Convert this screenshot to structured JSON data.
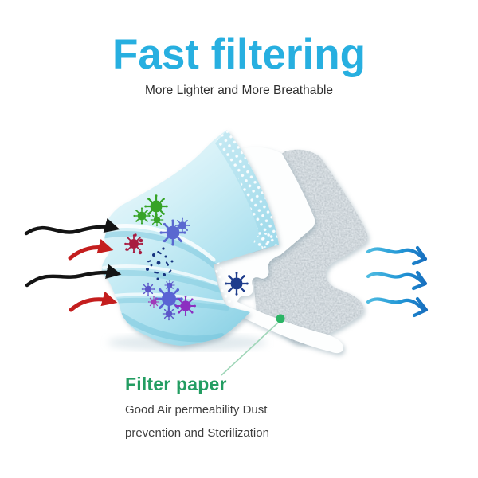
{
  "header": {
    "title": "Fast filtering",
    "subtitle": "More Lighter and More Breathable"
  },
  "annotation": {
    "label": "Filter paper",
    "description_line1": "Good Air permeability Dust",
    "description_line2": "prevention and Sterilization"
  },
  "illustration": {
    "layers": [
      {
        "name": "outer-blue-layer",
        "color": "#a9dfee"
      },
      {
        "name": "white-middle-layer",
        "color": "#ffffff"
      },
      {
        "name": "filter-paper-layer",
        "color": "#dde3e7"
      }
    ],
    "airflow_in_arrows": [
      {
        "icon": "arrow-right-icon",
        "color": "#141414"
      },
      {
        "icon": "arrow-right-icon",
        "color": "#c41e1e"
      },
      {
        "icon": "arrow-right-icon",
        "color": "#141414"
      },
      {
        "icon": "arrow-right-icon",
        "color": "#c41e1e"
      }
    ],
    "airflow_out_arrows": [
      {
        "icon": "arrow-right-icon",
        "color_start": "#53bfe2",
        "color_end": "#1668bb"
      },
      {
        "icon": "arrow-right-icon",
        "color_start": "#53bfe2",
        "color_end": "#1668bb"
      },
      {
        "icon": "arrow-right-icon",
        "color_start": "#53bfe2",
        "color_end": "#1668bb"
      }
    ],
    "pathogens": [
      {
        "icon": "virus-icon",
        "color": "#36a327"
      },
      {
        "icon": "virus-icon",
        "color": "#5a68d0"
      },
      {
        "icon": "virus-icon",
        "color": "#a81c40"
      },
      {
        "icon": "bacteria-icon",
        "color": "#16337f"
      },
      {
        "icon": "virus-icon",
        "color": "#5a63d4"
      },
      {
        "icon": "virus-icon",
        "color": "#8c2fc0"
      },
      {
        "icon": "virus-icon",
        "color": "#1e3c8c"
      }
    ],
    "pointer": {
      "icon": "dot-marker-icon",
      "color": "#2bb565",
      "line_color": "#9fd6b8",
      "target_label": "Filter paper"
    }
  },
  "colors": {
    "title": "#27afe0",
    "subtitle_text": "#2f2f2f",
    "label_green": "#239d62",
    "body_text": "#3e3e3e",
    "background": "#ffffff",
    "mask_blue": "#a9dfee",
    "arrow_black": "#141414",
    "arrow_red": "#c41e1e"
  }
}
